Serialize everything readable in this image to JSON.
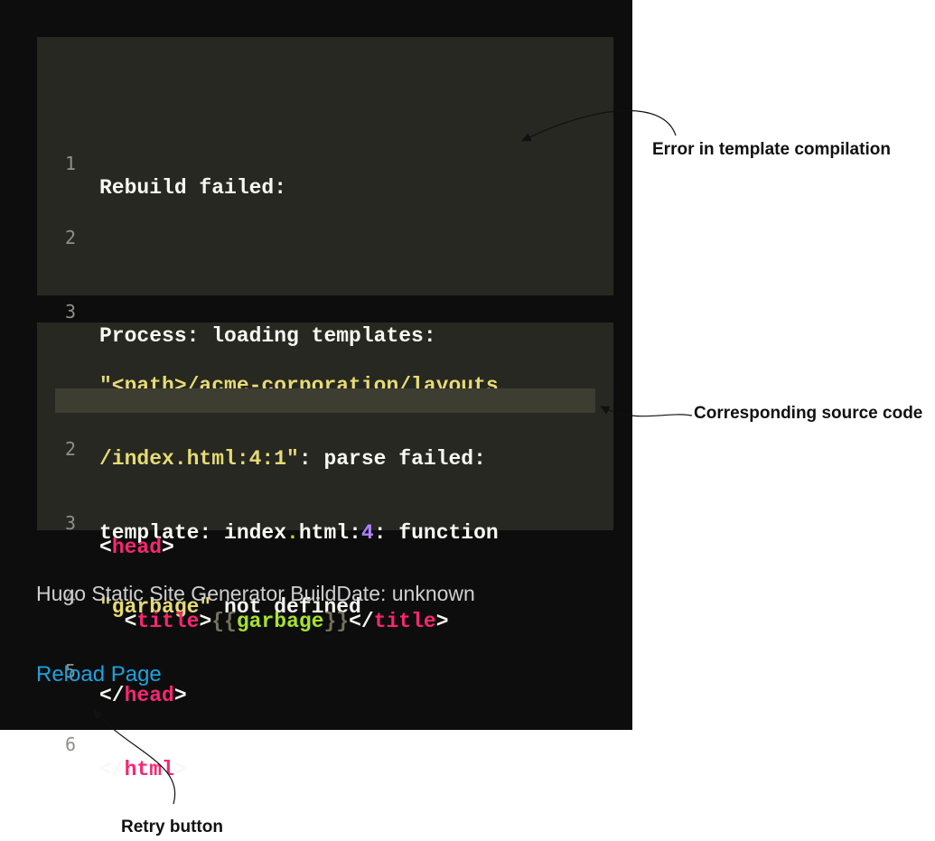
{
  "error_panel": {
    "lines": [
      {
        "num": "1",
        "text": "Rebuild failed:"
      },
      {
        "num": "2",
        "text": ""
      },
      {
        "num": "3",
        "text": "Process: loading templates:"
      }
    ],
    "wrap": {
      "path_line_1": "\"<path>/acme-corporation/layouts",
      "path_line_2": "/index.html:4:1\"",
      "after_path": ": parse failed:",
      "template_prefix": "template: index",
      "template_dot": ".",
      "template_mid": "html:",
      "template_num": "4",
      "template_suffix": ": function",
      "garbage_str": "\"garbage\"",
      "garbage_suffix": " not defined"
    }
  },
  "source_panel": {
    "lines": [
      {
        "num": "2"
      },
      {
        "num": "3",
        "open": "<",
        "tag": "head",
        "close": ">"
      },
      {
        "num": "4",
        "indent": "  ",
        "open": "<",
        "tag": "title",
        "close": ">",
        "lbrace": "{{",
        "var": "garbage",
        "rbrace": "}}",
        "open2": "</",
        "tag2": "title",
        "close2": ">"
      },
      {
        "num": "5",
        "open": "</",
        "tag": "head",
        "close": ">"
      },
      {
        "num": "6",
        "open": "</",
        "tag": "html",
        "close": ">"
      }
    ]
  },
  "footer": {
    "text": "Hugo Static Site Generator BuildDate: unknown",
    "reload_label": "Reload Page"
  },
  "callouts": {
    "error": "Error in template compilation",
    "source": "Corresponding source code",
    "retry": "Retry button"
  },
  "colors": {
    "screen_bg": "#0d0d0d",
    "panel_bg": "#272822",
    "string": "#e6db74",
    "tag": "#f92672",
    "variable": "#a6e22e",
    "number": "#ae81ff",
    "link": "#1ea1df"
  }
}
